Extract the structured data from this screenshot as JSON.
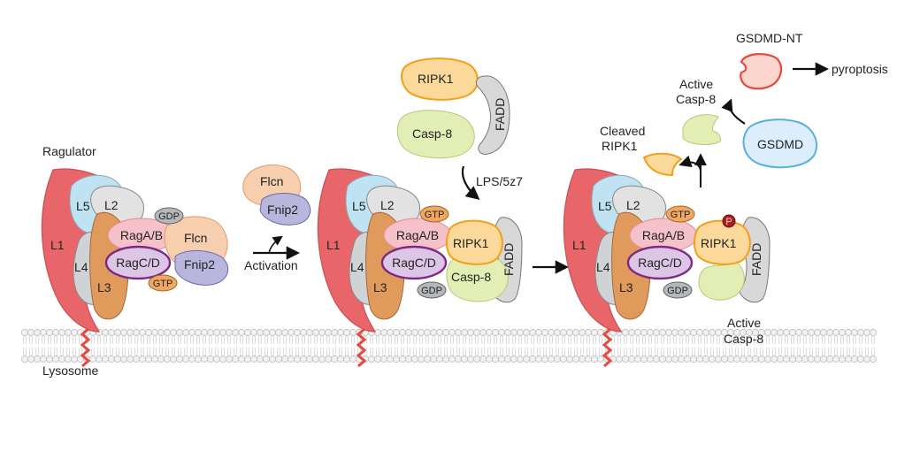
{
  "labels": {
    "ragulator": "Ragulator",
    "lysosome": "Lysosome",
    "activation": "Activation",
    "lps": "LPS/5z7",
    "pyroptosis": "pyroptosis",
    "gsdmd_nt": "GSDMD-NT",
    "gsdmd": "GSDMD",
    "active_casp8_top_1": "Active",
    "active_casp8_top_2": "Casp-8",
    "cleaved_ripk1_1": "Cleaved",
    "cleaved_ripk1_2": "RIPK1",
    "active_casp8_bottom_1": "Active",
    "active_casp8_bottom_2": "Casp-8",
    "ripk1_free": "RIPK1",
    "casp8_free": "Casp-8",
    "fadd_free": "FADD",
    "flcn_free": "Flcn",
    "fnip2_free": "Fnip2"
  },
  "complex1": {
    "l1": "L1",
    "l2": "L2",
    "l3": "L3",
    "l4": "L4",
    "l5": "L5",
    "ragab": "RagA/B",
    "ragcd": "RagC/D",
    "gdp": "GDP",
    "gtp": "GTP",
    "flcn": "Flcn",
    "fnip2": "Fnip2"
  },
  "complex2": {
    "l1": "L1",
    "l2": "L2",
    "l3": "L3",
    "l4": "L4",
    "l5": "L5",
    "ragab": "RagA/B",
    "ragcd": "RagC/D",
    "gtp": "GTP",
    "gdp": "GDP",
    "ripk1": "RIPK1",
    "casp8": "Casp-8",
    "fadd": "FADD"
  },
  "complex3": {
    "l1": "L1",
    "l2": "L2",
    "l3": "L3",
    "l4": "L4",
    "l5": "L5",
    "ragab": "RagA/B",
    "ragcd": "RagC/D",
    "gtp": "GTP",
    "gdp": "GDP",
    "ripk1": "RIPK1",
    "fadd": "FADD",
    "p": "P"
  },
  "colors": {
    "l1": "#e8666a",
    "l5": "#bfe3f2",
    "l2": "#e2e2e2",
    "l4": "#cfd3d6",
    "l3": "#df9a5c",
    "ragab": "#f6c2c9",
    "ragcd": "#ddc5e5",
    "ragcd_stroke": "#7e2a85",
    "flcn": "#f7cfae",
    "fnip2": "#b9b6dd",
    "gtp": "#f0a760",
    "gdp": "#b5b8bb",
    "ripk1": "#fbd99b",
    "ripk1_stroke": "#f29f19",
    "casp8": "#e2eeb4",
    "fadd": "#d8d8d8",
    "gsdmd": "#dceefb",
    "gsdmd_stroke": "#5aaee0",
    "gsdmd_nt": "#fad6cf",
    "gsdmd_nt_stroke": "#e8483f",
    "membrane": "#d2d2d2"
  }
}
